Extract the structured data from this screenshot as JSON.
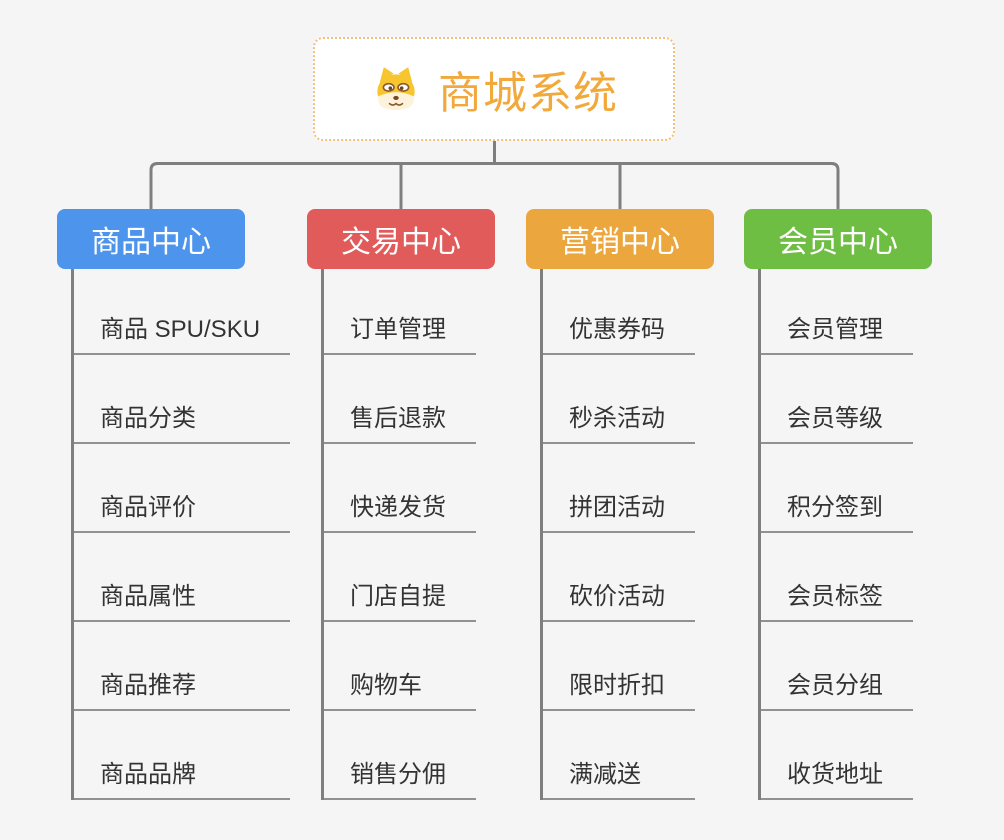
{
  "diagram": {
    "type": "mindmap-org-tree",
    "background_color": "#F5F5F5",
    "connector_color": "#7F7F7F",
    "leaf_underline_color": "#919191",
    "root": {
      "title": "商城系统",
      "icon": "dog-face-icon",
      "text_color": "#F2A93C",
      "border_color": "#F2C17D"
    },
    "branches": [
      {
        "label": "商品中心",
        "color": "#4D94EC",
        "items": [
          "商品 SPU/SKU",
          "商品分类",
          "商品评价",
          "商品属性",
          "商品推荐",
          "商品品牌"
        ]
      },
      {
        "label": "交易中心",
        "color": "#E25B5B",
        "items": [
          "订单管理",
          "售后退款",
          "快递发货",
          "门店自提",
          "购物车",
          "销售分佣"
        ]
      },
      {
        "label": "营销中心",
        "color": "#EBA73E",
        "items": [
          "优惠券码",
          "秒杀活动",
          "拼团活动",
          "砍价活动",
          "限时折扣",
          "满减送"
        ]
      },
      {
        "label": "会员中心",
        "color": "#6FBE44",
        "items": [
          "会员管理",
          "会员等级",
          "积分签到",
          "会员标签",
          "会员分组",
          "收货地址"
        ]
      }
    ]
  }
}
